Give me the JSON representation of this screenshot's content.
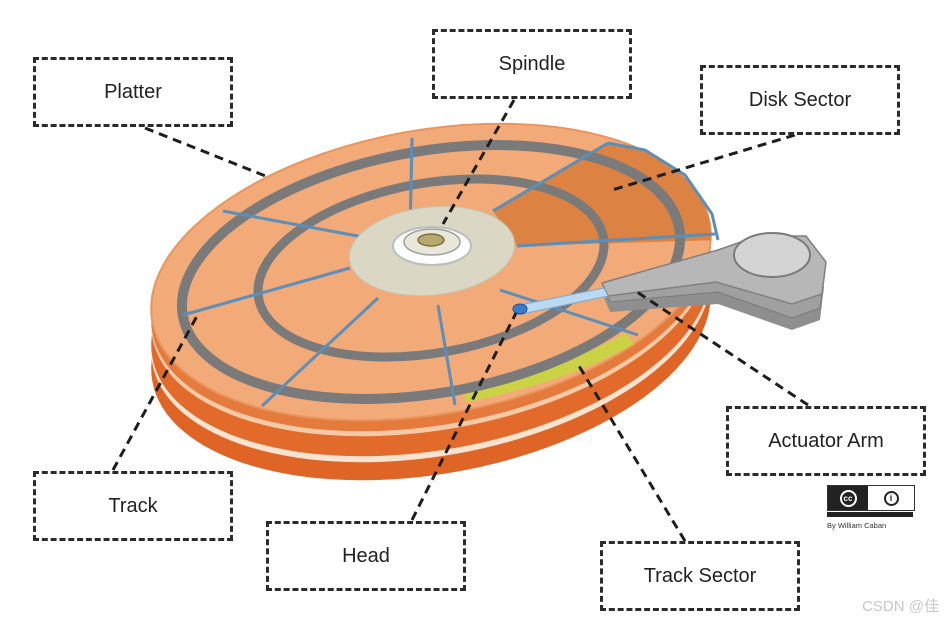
{
  "labels": {
    "platter": "Platter",
    "spindle": "Spindle",
    "disk_sector": "Disk Sector",
    "track": "Track",
    "head": "Head",
    "track_sector": "Track Sector",
    "actuator_arm": "Actuator Arm"
  },
  "license": {
    "cc_mark": "cc",
    "by_mark": "i",
    "credit": "By William Caban"
  },
  "watermark": "CSDN @佳",
  "colors": {
    "platter_top": "#f2aa78",
    "platter_edge": "#e26a2b",
    "track_ring": "#7a7a7a",
    "sector_line": "#5b8fb9",
    "disk_sector_fill": "#dc8242",
    "track_sector_fill": "#cbd246",
    "spindle_hub": "#dad7c4",
    "actuator_arm": "#b0b0b0",
    "head_tip": "#3c7bcc"
  }
}
